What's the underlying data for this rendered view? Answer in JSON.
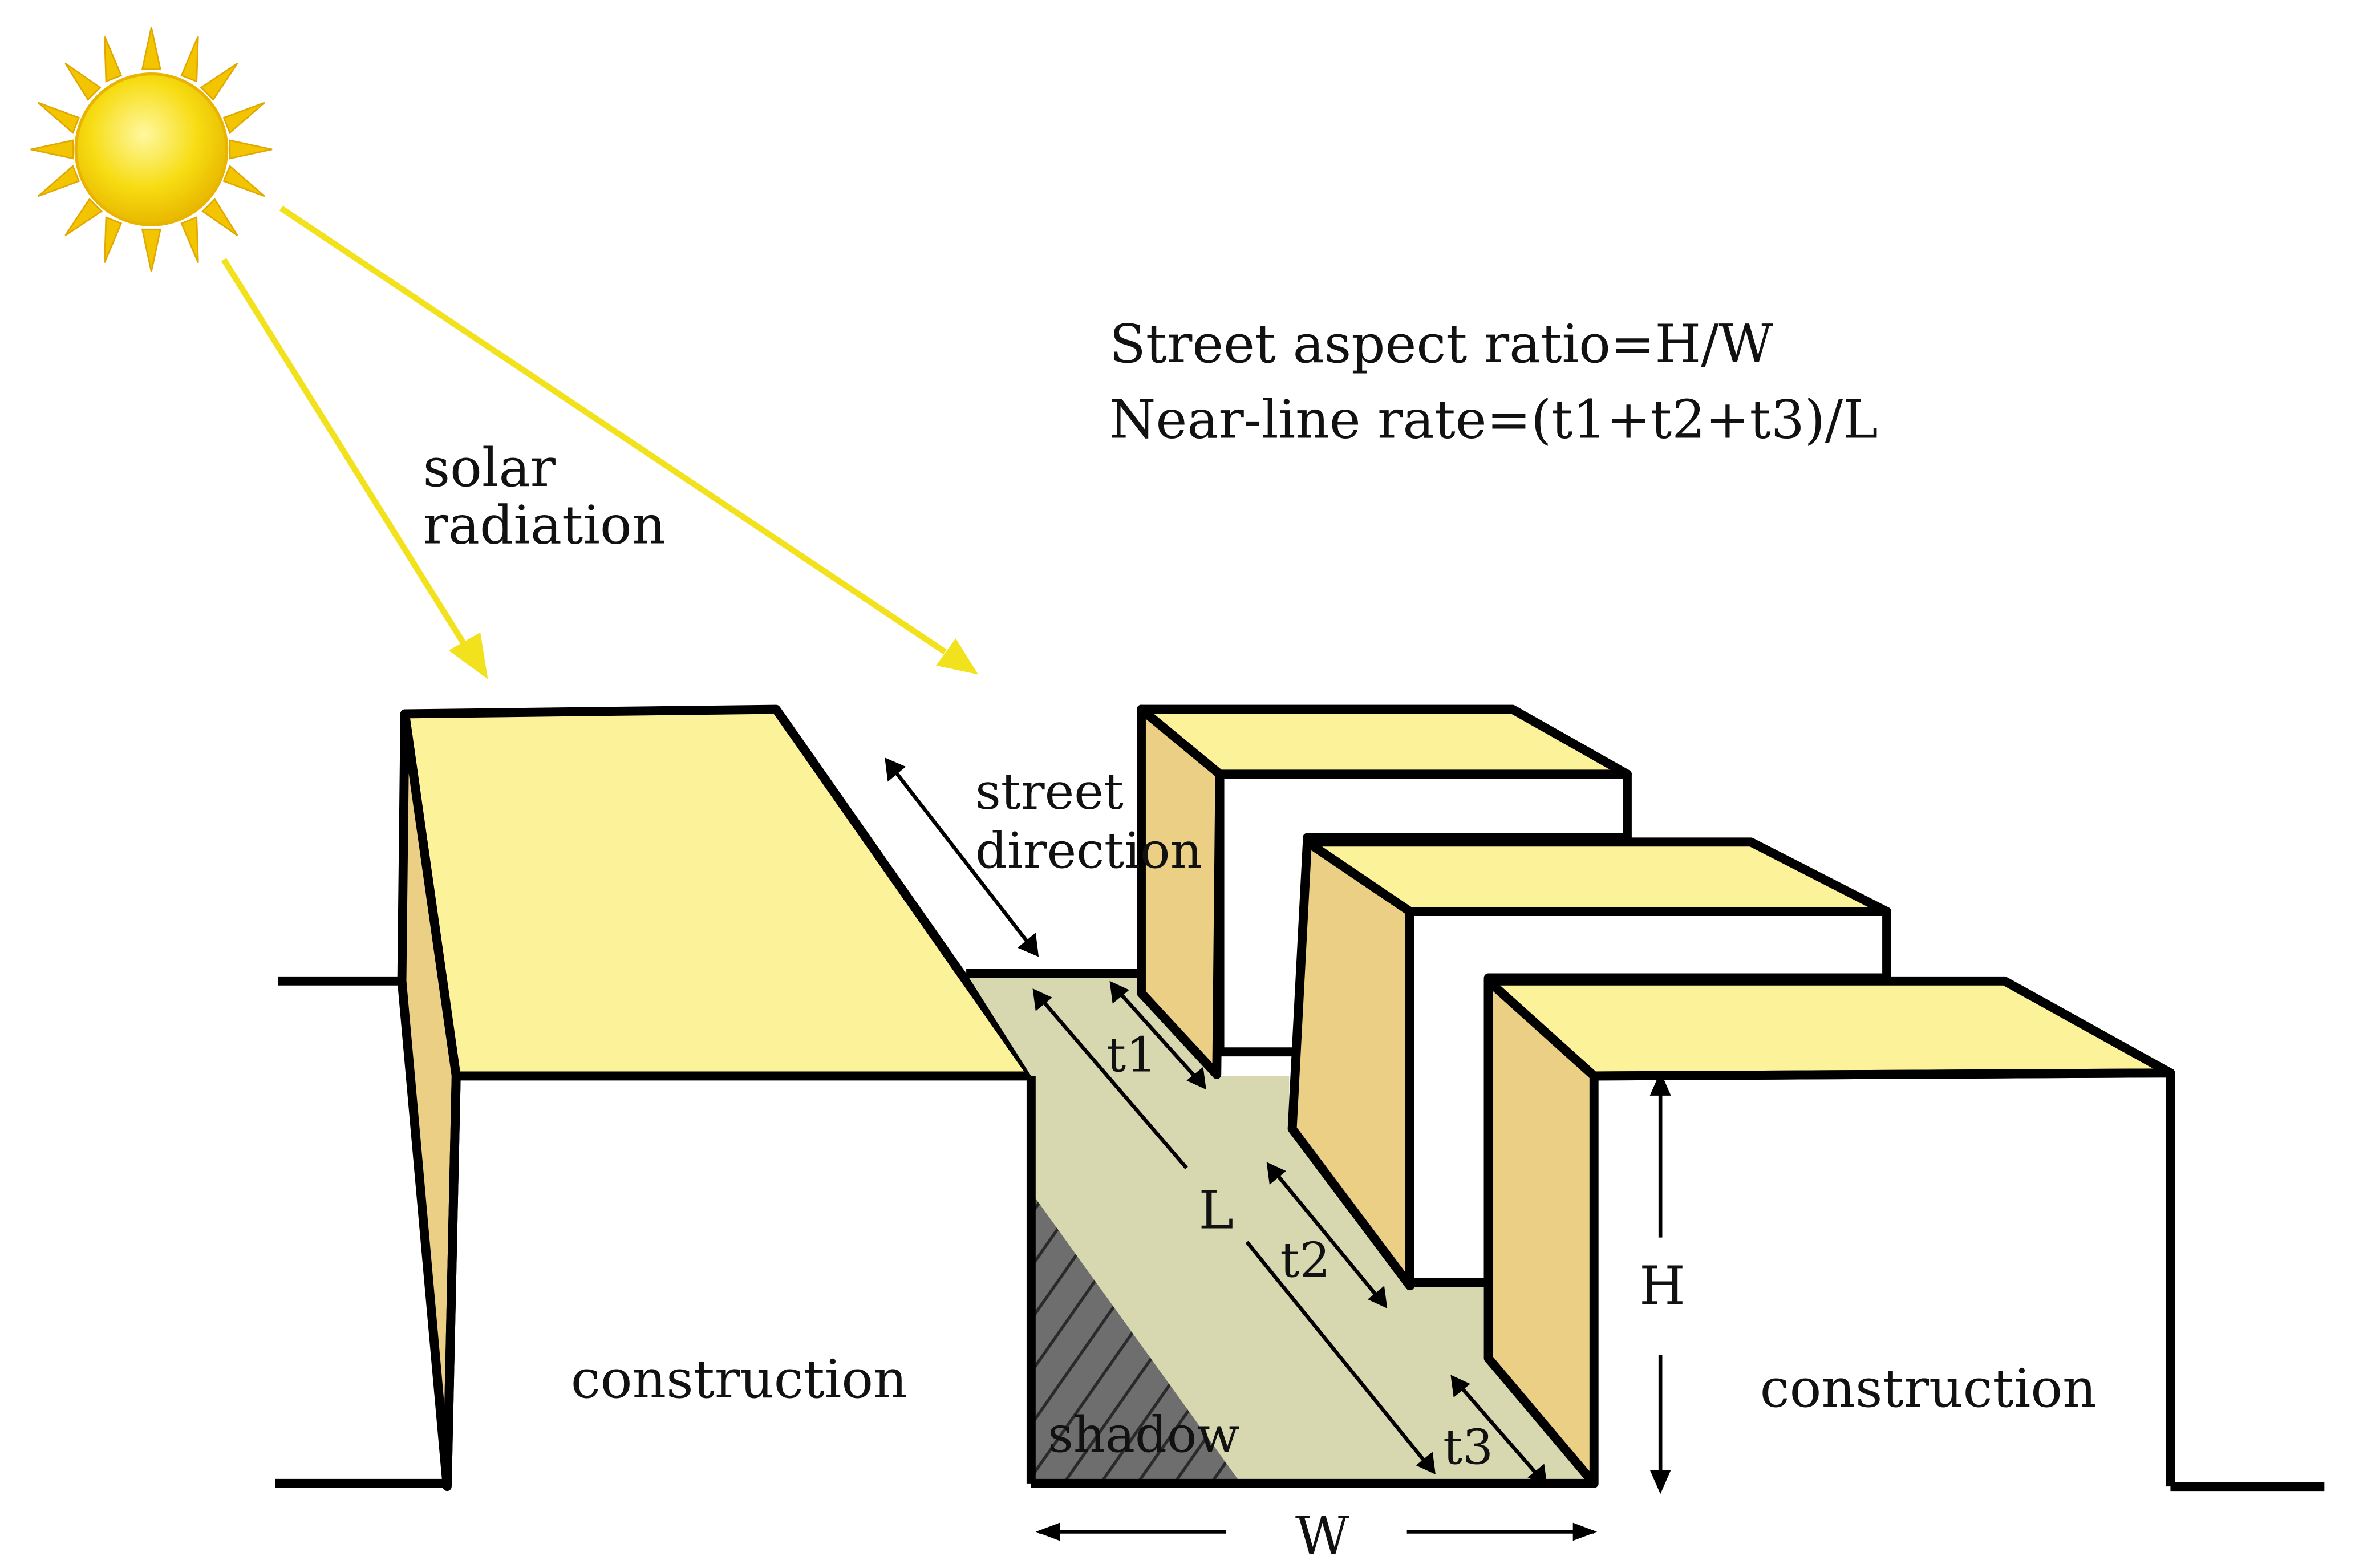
{
  "formulas": {
    "aspect_ratio": "Street aspect ratio=H/W",
    "near_line_rate": "Near-line rate=(t1+t2+t3)/L"
  },
  "labels": {
    "solar_line1": "solar",
    "solar_line2": "radiation",
    "street_line1": "street",
    "street_line2": "direction",
    "construction_left": "construction",
    "construction_right": "construction",
    "shadow": "shadow",
    "t1": "t1",
    "t2": "t2",
    "t3": "t3",
    "L": "L",
    "H": "H",
    "W": "W"
  },
  "colors": {
    "roof": "#fbf29a",
    "wall": "#ebcf85",
    "street": "#d7d8b0",
    "shadow": "#6e6e6e",
    "sun": "#f7dc12",
    "ray": "#f2e21e",
    "outline": "#000000"
  },
  "icons": {
    "sun": "sun-icon"
  }
}
